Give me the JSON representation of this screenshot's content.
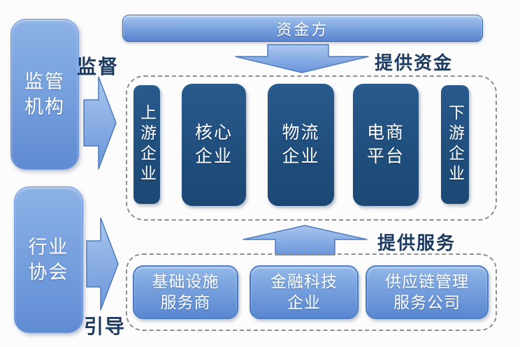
{
  "top_bar": {
    "label": "资金方"
  },
  "left_column": {
    "regulator": {
      "line1": "监管",
      "line2": "机构",
      "arrow_label": "监督"
    },
    "association": {
      "line1": "行业",
      "line2": "协会",
      "arrow_label": "引导"
    }
  },
  "flows": {
    "provide_funds_label": "提供资金",
    "provide_services_label": "提供服务"
  },
  "core_group": {
    "boxes": [
      {
        "text": "上游企业"
      },
      {
        "line1": "核心",
        "line2": "企业"
      },
      {
        "line1": "物流",
        "line2": "企业"
      },
      {
        "line1": "电商",
        "line2": "平台"
      },
      {
        "text": "下游企业"
      }
    ]
  },
  "service_group": {
    "boxes": [
      {
        "line1": "基础设施",
        "line2": "服务商"
      },
      {
        "line1": "金融科技",
        "line2": "企业"
      },
      {
        "line1": "供应链管理",
        "line2": "服务公司"
      }
    ]
  },
  "colors": {
    "dark_navy_box": "#1f4e7c",
    "light_blue_top": "#93b8ea",
    "light_blue_bottom": "#5a87d1",
    "bar_border": "#3d6cb4",
    "dashed_border": "#8e8e8e",
    "label_text": "#1d3a5f"
  }
}
